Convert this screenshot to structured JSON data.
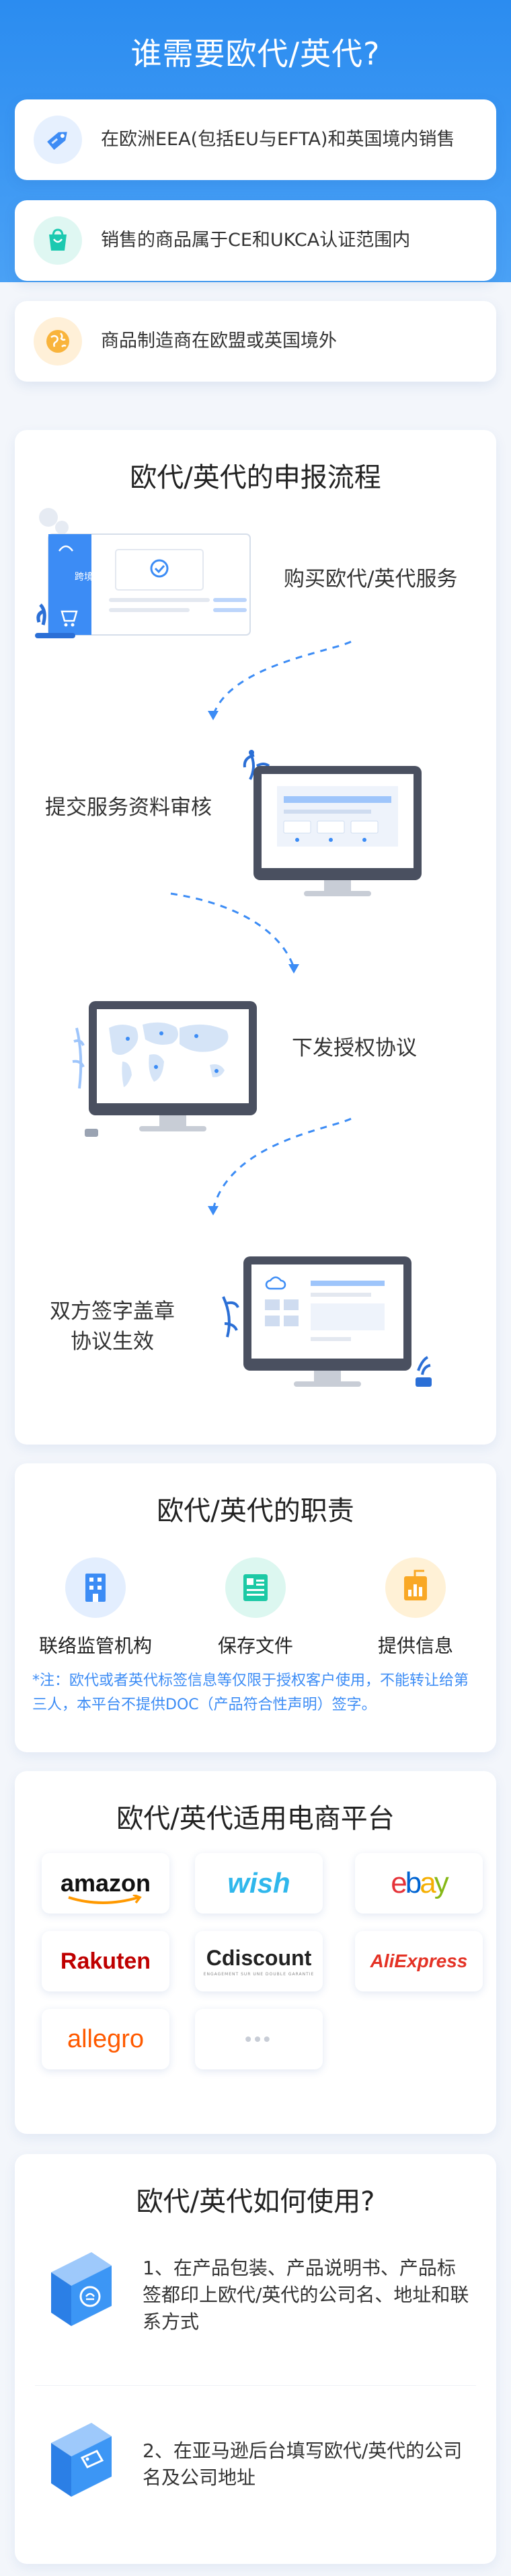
{
  "hero": {
    "title": "谁需要欧代/英代?",
    "needs": [
      {
        "text": "在欧洲EEA(包括EU与EFTA)和英国境内销售",
        "icon": "price-tag-icon",
        "color": "#3e8cf5"
      },
      {
        "text": "销售的商品属于CE和UKCA认证范围内",
        "icon": "shopping-bag-icon",
        "color": "#1cc9b0"
      },
      {
        "text": "商品制造商在欧盟或英国境外",
        "icon": "globe-icon",
        "color": "#f9b43c"
      }
    ]
  },
  "process": {
    "title": "欧代/英代的申报流程",
    "brand": "跨境通",
    "steps": [
      {
        "label": "购买欧代/英代服务"
      },
      {
        "label": "提交服务资料审核"
      },
      {
        "label": "下发授权协议"
      },
      {
        "label": "双方签字盖章\n协议生效"
      }
    ]
  },
  "duties": {
    "title": "欧代/英代的职责",
    "items": [
      {
        "label": "联络监管机构",
        "icon": "building-icon",
        "color": "#3c8cf5"
      },
      {
        "label": "保存文件",
        "icon": "document-icon",
        "color": "#1cc9a5"
      },
      {
        "label": "提供信息",
        "icon": "info-chart-icon",
        "color": "#f9a825"
      }
    ],
    "note": "*注：欧代或者英代标签信息等仅限于授权客户使用，不能转让给第三人，本平台不提供DOC（产品符合性声明）签字。"
  },
  "platforms": {
    "title": "欧代/英代适用电商平台",
    "logos": [
      {
        "name": "amazon",
        "color": "#111111"
      },
      {
        "name": "wish",
        "color": "#2fb7ec"
      },
      {
        "name": "ebay",
        "color": "#e53238"
      },
      {
        "name": "Rakuten",
        "color": "#bf0000"
      },
      {
        "name": "Cdiscount",
        "color": "#222222"
      },
      {
        "name": "AliExpress",
        "color": "#e43225"
      },
      {
        "name": "allegro",
        "color": "#ff5a00"
      },
      {
        "name": "•••",
        "color": "#c8cdd6"
      }
    ],
    "sublabel": "ENGAGEMENT SUR UNE DOUBLE GARANTIE"
  },
  "usage": {
    "title": "欧代/英代如何使用?",
    "items": [
      {
        "text": "1、在产品包装、产品说明书、产品标签都印上欧代/英代的公司名、地址和联系方式"
      },
      {
        "text": "2、在亚马逊后台填写欧代/英代的公司名及公司地址"
      }
    ]
  },
  "colors": {
    "primary": "#2b8cf0",
    "accent": "#3c8cf5",
    "background": "#f3f6fb"
  }
}
